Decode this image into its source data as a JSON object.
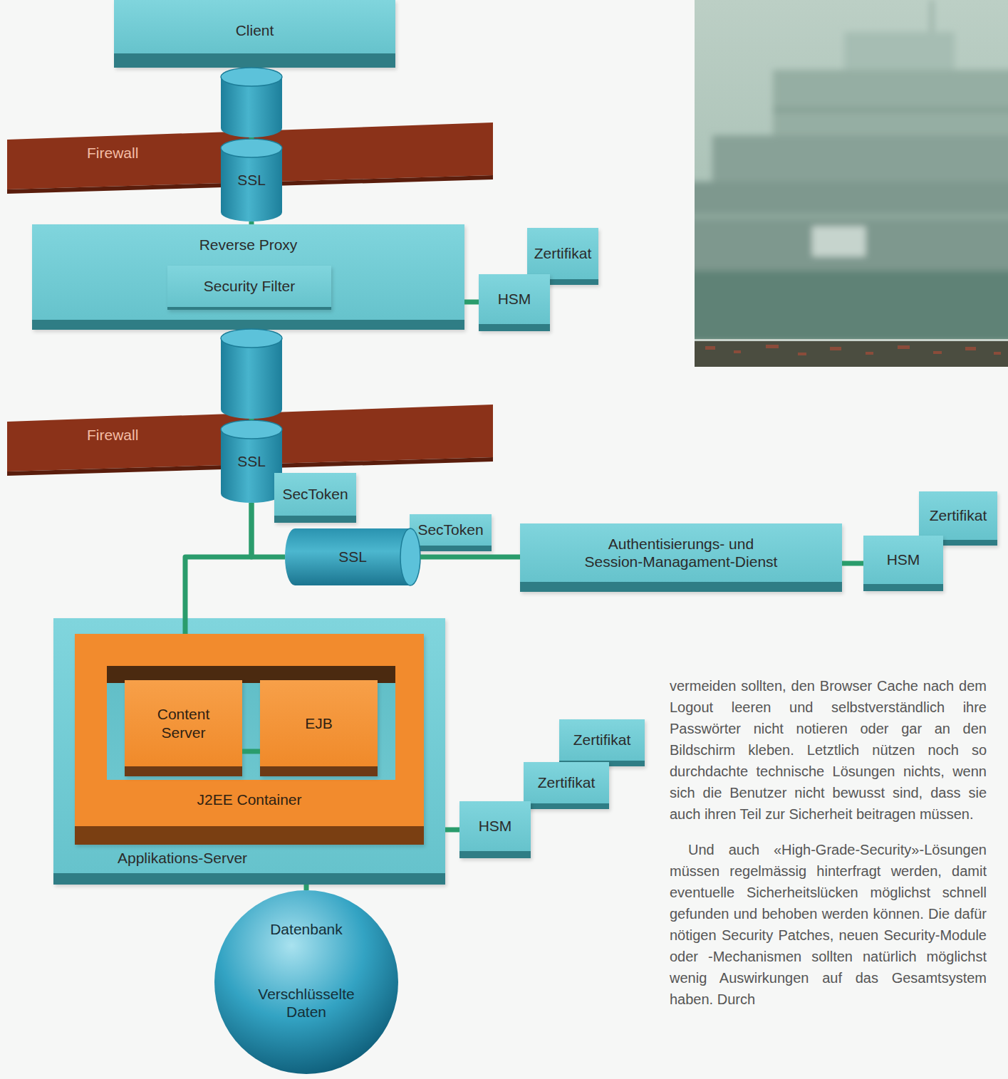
{
  "diagram": {
    "nodes": [
      {
        "text": [
          "Client"
        ]
      },
      {
        "text": [
          "Firewall"
        ]
      },
      {
        "text": [
          "SSL"
        ]
      },
      {
        "text": [
          "Reverse Proxy"
        ]
      },
      {
        "text": [
          "Security Filter"
        ],
        "in": 3
      },
      {
        "text": [
          "Zertifikat"
        ]
      },
      {
        "text": [
          "HSM"
        ]
      },
      {
        "text": [
          "Firewall"
        ]
      },
      {
        "text": [
          "SSL"
        ]
      },
      {
        "text": [
          "SecToken"
        ]
      },
      {
        "text": [
          "SecToken"
        ]
      },
      {
        "text": [
          "SSL"
        ]
      },
      {
        "text": [
          "Authentisierungs- und Session-Managament-Dienst"
        ]
      },
      {
        "text": [
          "Zertifikat"
        ]
      },
      {
        "text": [
          "HSM"
        ]
      },
      {
        "text": [
          "Applikations-Server"
        ]
      },
      {
        "text": [
          "J2EE Container"
        ],
        "in": 15
      },
      {
        "text": [
          "Content Server"
        ],
        "in": 16
      },
      {
        "text": [
          "EJB"
        ],
        "in": 16
      },
      {
        "text": [
          "Zertifikat"
        ]
      },
      {
        "text": [
          "Zertifikat"
        ]
      },
      {
        "text": [
          "HSM"
        ]
      },
      {
        "text": [
          "Datenbank",
          "Verschlüsselte Daten"
        ]
      }
    ],
    "edges": [
      {
        "from": 0,
        "to": 2,
        "arrow": "none"
      },
      {
        "from": 2,
        "to": 3,
        "arrow": "none"
      },
      {
        "from": 3,
        "to": 6,
        "arrow": "none"
      },
      {
        "from": 3,
        "to": 8,
        "arrow": "none"
      },
      {
        "from": 8,
        "to": 16,
        "arrow": "none"
      },
      {
        "from": 8,
        "to": 11,
        "arrow": "none"
      },
      {
        "from": 11,
        "to": 12,
        "arrow": "none"
      },
      {
        "from": 12,
        "to": 14,
        "arrow": "none"
      },
      {
        "from": 15,
        "to": 21,
        "arrow": "none"
      },
      {
        "from": 15,
        "to": 22,
        "arrow": "none"
      },
      {
        "from": 17,
        "to": 18,
        "arrow": "none"
      }
    ],
    "labels": [
      "vermeiden sollten, den Browser Cache nach dem Logout leeren und selbstverständlich ihre Passwörter nicht notieren oder gar an den Bildschirm kleben. Letztlich nützen noch so durchdachte technische Lösungen nichts, wenn sich die Benutzer nicht bewusst sind, dass sie auch ihren Teil zur Sicherheit beitragen müssen.",
      "Und auch «High-Grade-Security»-Lösungen müssen regelmässig hinterfragt werden, damit eventuelle Sicherheitslücken möglichst schnell gefunden und behoben werden können. Die dafür nötigen Security Patches, neuen Security-Module oder -Mechanismen sollten natürlich möglichst wenig Auswirkungen auf das Gesamtsystem haben. Durch"
    ]
  }
}
